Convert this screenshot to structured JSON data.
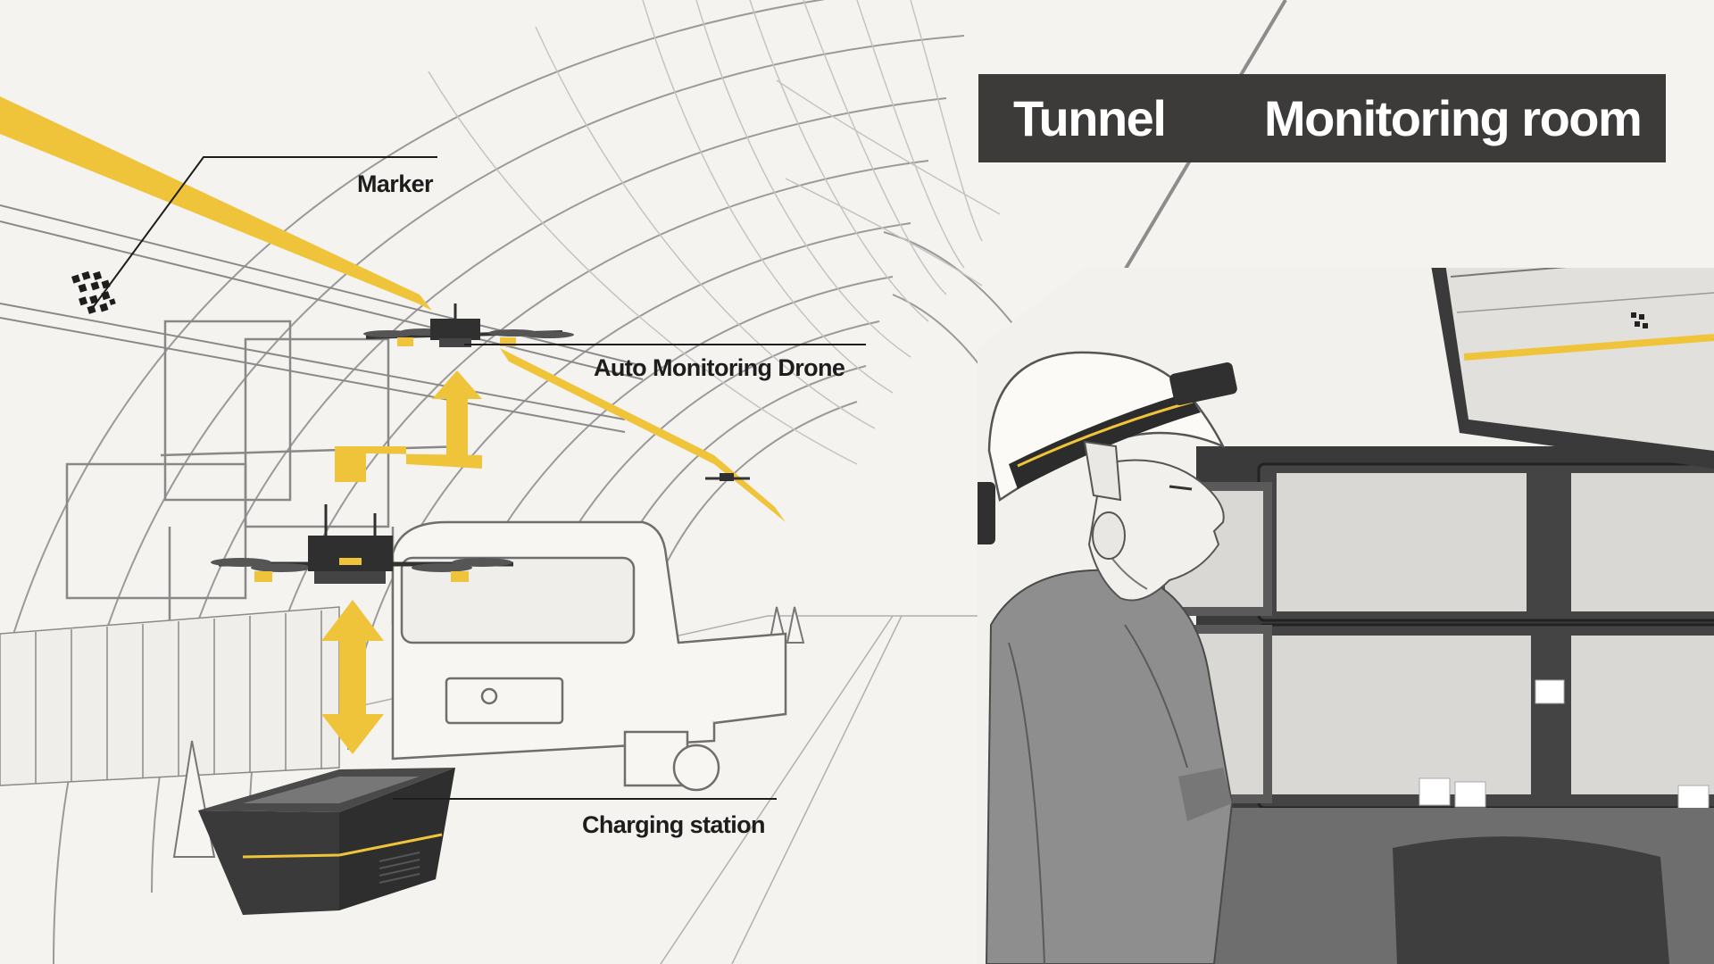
{
  "header": {
    "tunnel_label": "Tunnel",
    "room_label": "Monitoring room"
  },
  "callouts": {
    "marker": "Marker",
    "drone": "Auto Monitoring Drone",
    "charging_station": "Charging station"
  },
  "colors": {
    "accent_yellow": "#f0c43a",
    "banner_dark": "#3d3b3a",
    "line_gray": "#8c8c8c",
    "background": "#f4f3ef",
    "equipment_dark": "#3a3a3a"
  },
  "icons": [
    "marker-code-icon",
    "drone-icon",
    "charging-station-icon",
    "hard-hat-icon",
    "monitor-icon"
  ]
}
